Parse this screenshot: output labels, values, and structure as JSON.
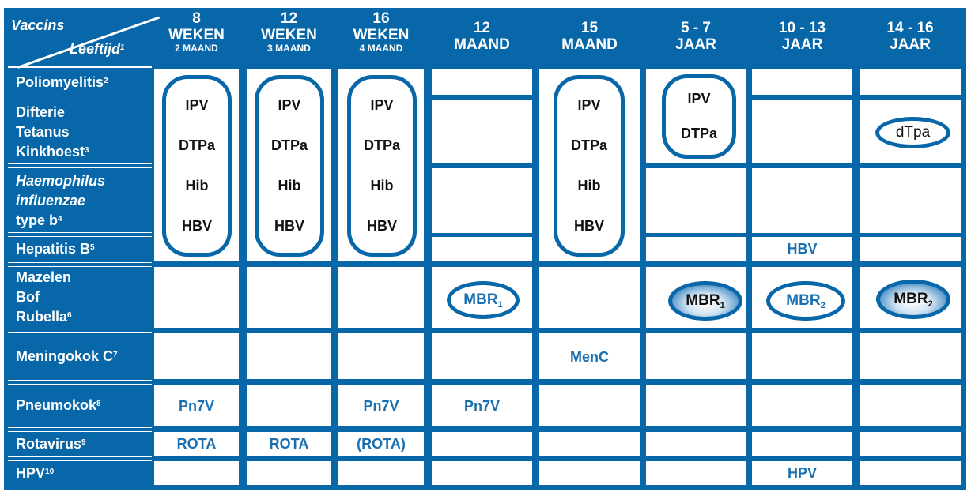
{
  "corner": {
    "top": "Vaccins",
    "bottom": "Leeftijd",
    "bottom_sup": "1"
  },
  "columns": [
    {
      "num": "8",
      "unit": "WEKEN",
      "sub": "2 MAAND"
    },
    {
      "num": "12",
      "unit": "WEKEN",
      "sub": "3 MAAND"
    },
    {
      "num": "16",
      "unit": "WEKEN",
      "sub": "4 MAAND"
    },
    {
      "num": "12",
      "unit": "MAAND"
    },
    {
      "num": "15",
      "unit": "MAAND"
    },
    {
      "num": "5 - 7",
      "unit": "JAAR"
    },
    {
      "num": "10 - 13",
      "unit": "JAAR"
    },
    {
      "num": "14 - 16",
      "unit": "JAAR"
    }
  ],
  "rows": [
    {
      "lines": [
        "Poliomyelitis"
      ],
      "sup": "2"
    },
    {
      "lines": [
        "Difterie",
        "Tetanus",
        "Kinkhoest"
      ],
      "sup": "3"
    },
    {
      "lines": [
        "Haemophilus",
        "influenzae",
        "type b"
      ],
      "sup": "4"
    },
    {
      "lines": [
        "Hepatitis B"
      ],
      "sup": "5"
    },
    {
      "lines": [
        "Mazelen",
        "Bof",
        "Rubella"
      ],
      "sup": "6"
    },
    {
      "lines": [
        "Meningokok C"
      ],
      "sup": "7"
    },
    {
      "lines": [
        "Pneumokok"
      ],
      "sup": "8"
    },
    {
      "lines": [
        "Rotavirus"
      ],
      "sup": "9"
    },
    {
      "lines": [
        "HPV"
      ],
      "sup": "10"
    }
  ],
  "combo": [
    "IPV",
    "DTPa",
    "Hib",
    "HBV"
  ],
  "combo_short": [
    "IPV",
    "DTPa"
  ],
  "dtpa_booster": "dTpa",
  "hbv_adolescent": "HBV",
  "mbr": {
    "label": "MBR",
    "dose1": "1",
    "dose2": "2"
  },
  "menc": "MenC",
  "pn7v": "Pn7V",
  "rota": "ROTA",
  "rota_optional": "(ROTA)",
  "hpv": "HPV",
  "colors": {
    "board": "#0767a8",
    "text_blue": "#1a6fb0"
  }
}
